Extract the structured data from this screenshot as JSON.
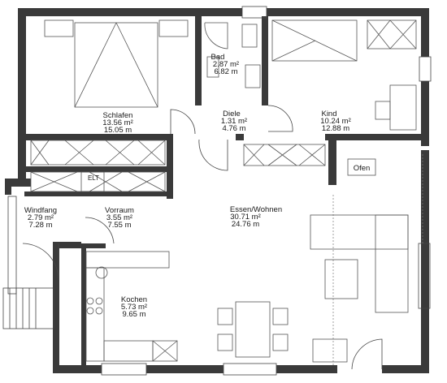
{
  "rooms": [
    {
      "name": "Schlafen",
      "area": "13.56 m²",
      "perimeter": "15.05 m"
    },
    {
      "name": "Bad",
      "area": "2.87 m²",
      "perimeter": "6.82 m"
    },
    {
      "name": "Diele",
      "area": "1.31 m²",
      "perimeter": "4.76 m"
    },
    {
      "name": "Kind",
      "area": "10.24 m²",
      "perimeter": "12.88 m"
    },
    {
      "name": "Windfang",
      "area": "2.79 m²",
      "perimeter": "7.28 m"
    },
    {
      "name": "Vorraum",
      "area": "3.55 m²",
      "perimeter": "7.55 m"
    },
    {
      "name": "Essen/Wohnen",
      "area": "30.71 m²",
      "perimeter": "24.76 m"
    },
    {
      "name": "Kochen",
      "area": "5.73 m²",
      "perimeter": "9.65 m"
    }
  ],
  "fixtures": {
    "ofen_label": "Ofen",
    "elt_label": "ELT"
  }
}
